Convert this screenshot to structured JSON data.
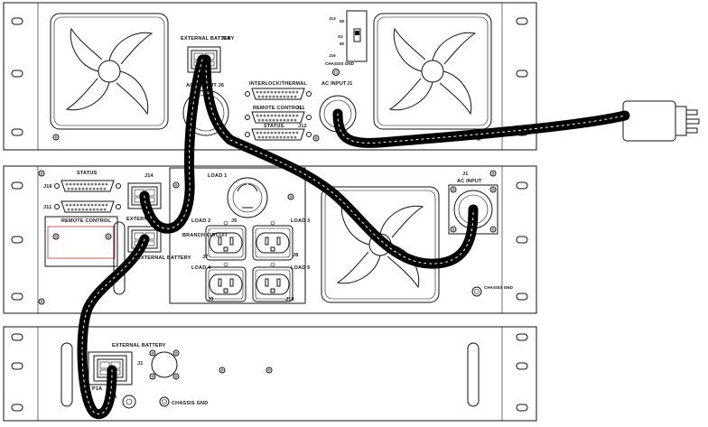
{
  "units": {
    "top": {
      "labels": {
        "external_battery": "EXTERNAL BATTERY",
        "j14": "J14",
        "ac_output_j6": "AC OUTPUT J6",
        "interlock_thermal": "INTERLOCK/THERMAL",
        "remote_control": "REMOTE CONTROL",
        "j11": "J11",
        "status": "STATUS",
        "j12": "J12",
        "ac_input": "AC INPUT",
        "j1": "J1",
        "j13": "J13",
        "sw_50": "50",
        "sw_60": "60",
        "s2": "S2",
        "j16": "J16",
        "chassis_gnd": "CHASSIS GND"
      }
    },
    "middle": {
      "labels": {
        "status": "STATUS",
        "j16": "J16",
        "j11": "J11",
        "remote_control": "REMOTE CONTROL",
        "j14": "J14",
        "external": "EXTERNAL",
        "external_battery": "EXTERNAL BATTERY",
        "load1": "LOAD 1",
        "j5": "J5",
        "load2": "LOAD 2",
        "branch_circuit": "BRANCH CIRCUIT",
        "j7": "J7",
        "load3": "LOAD 3",
        "j8": "J8",
        "load4": "LOAD 4",
        "load5": "LOAD 5",
        "j9": "J9",
        "j10": "J10",
        "ac_input": "AC INPUT",
        "j1": "J1",
        "chassis_gnd": "CHASSIS GND"
      }
    },
    "bottom": {
      "labels": {
        "external_battery": "EXTERNAL BATTERY",
        "j1": "J1",
        "p1a": "P1A",
        "p1b": "P1B",
        "chassis_gnd": "CHASSIS GND"
      }
    }
  },
  "icons": [
    "fan-icon",
    "nema-outlet-icon",
    "twist-lock-outlet-icon",
    "d-sub-connector-icon",
    "battery-connector-icon",
    "ac-plug-icon",
    "ground-stud-icon"
  ],
  "colors": {
    "line": "#111111",
    "cable": "#000000",
    "warning_box": "#d03030"
  }
}
